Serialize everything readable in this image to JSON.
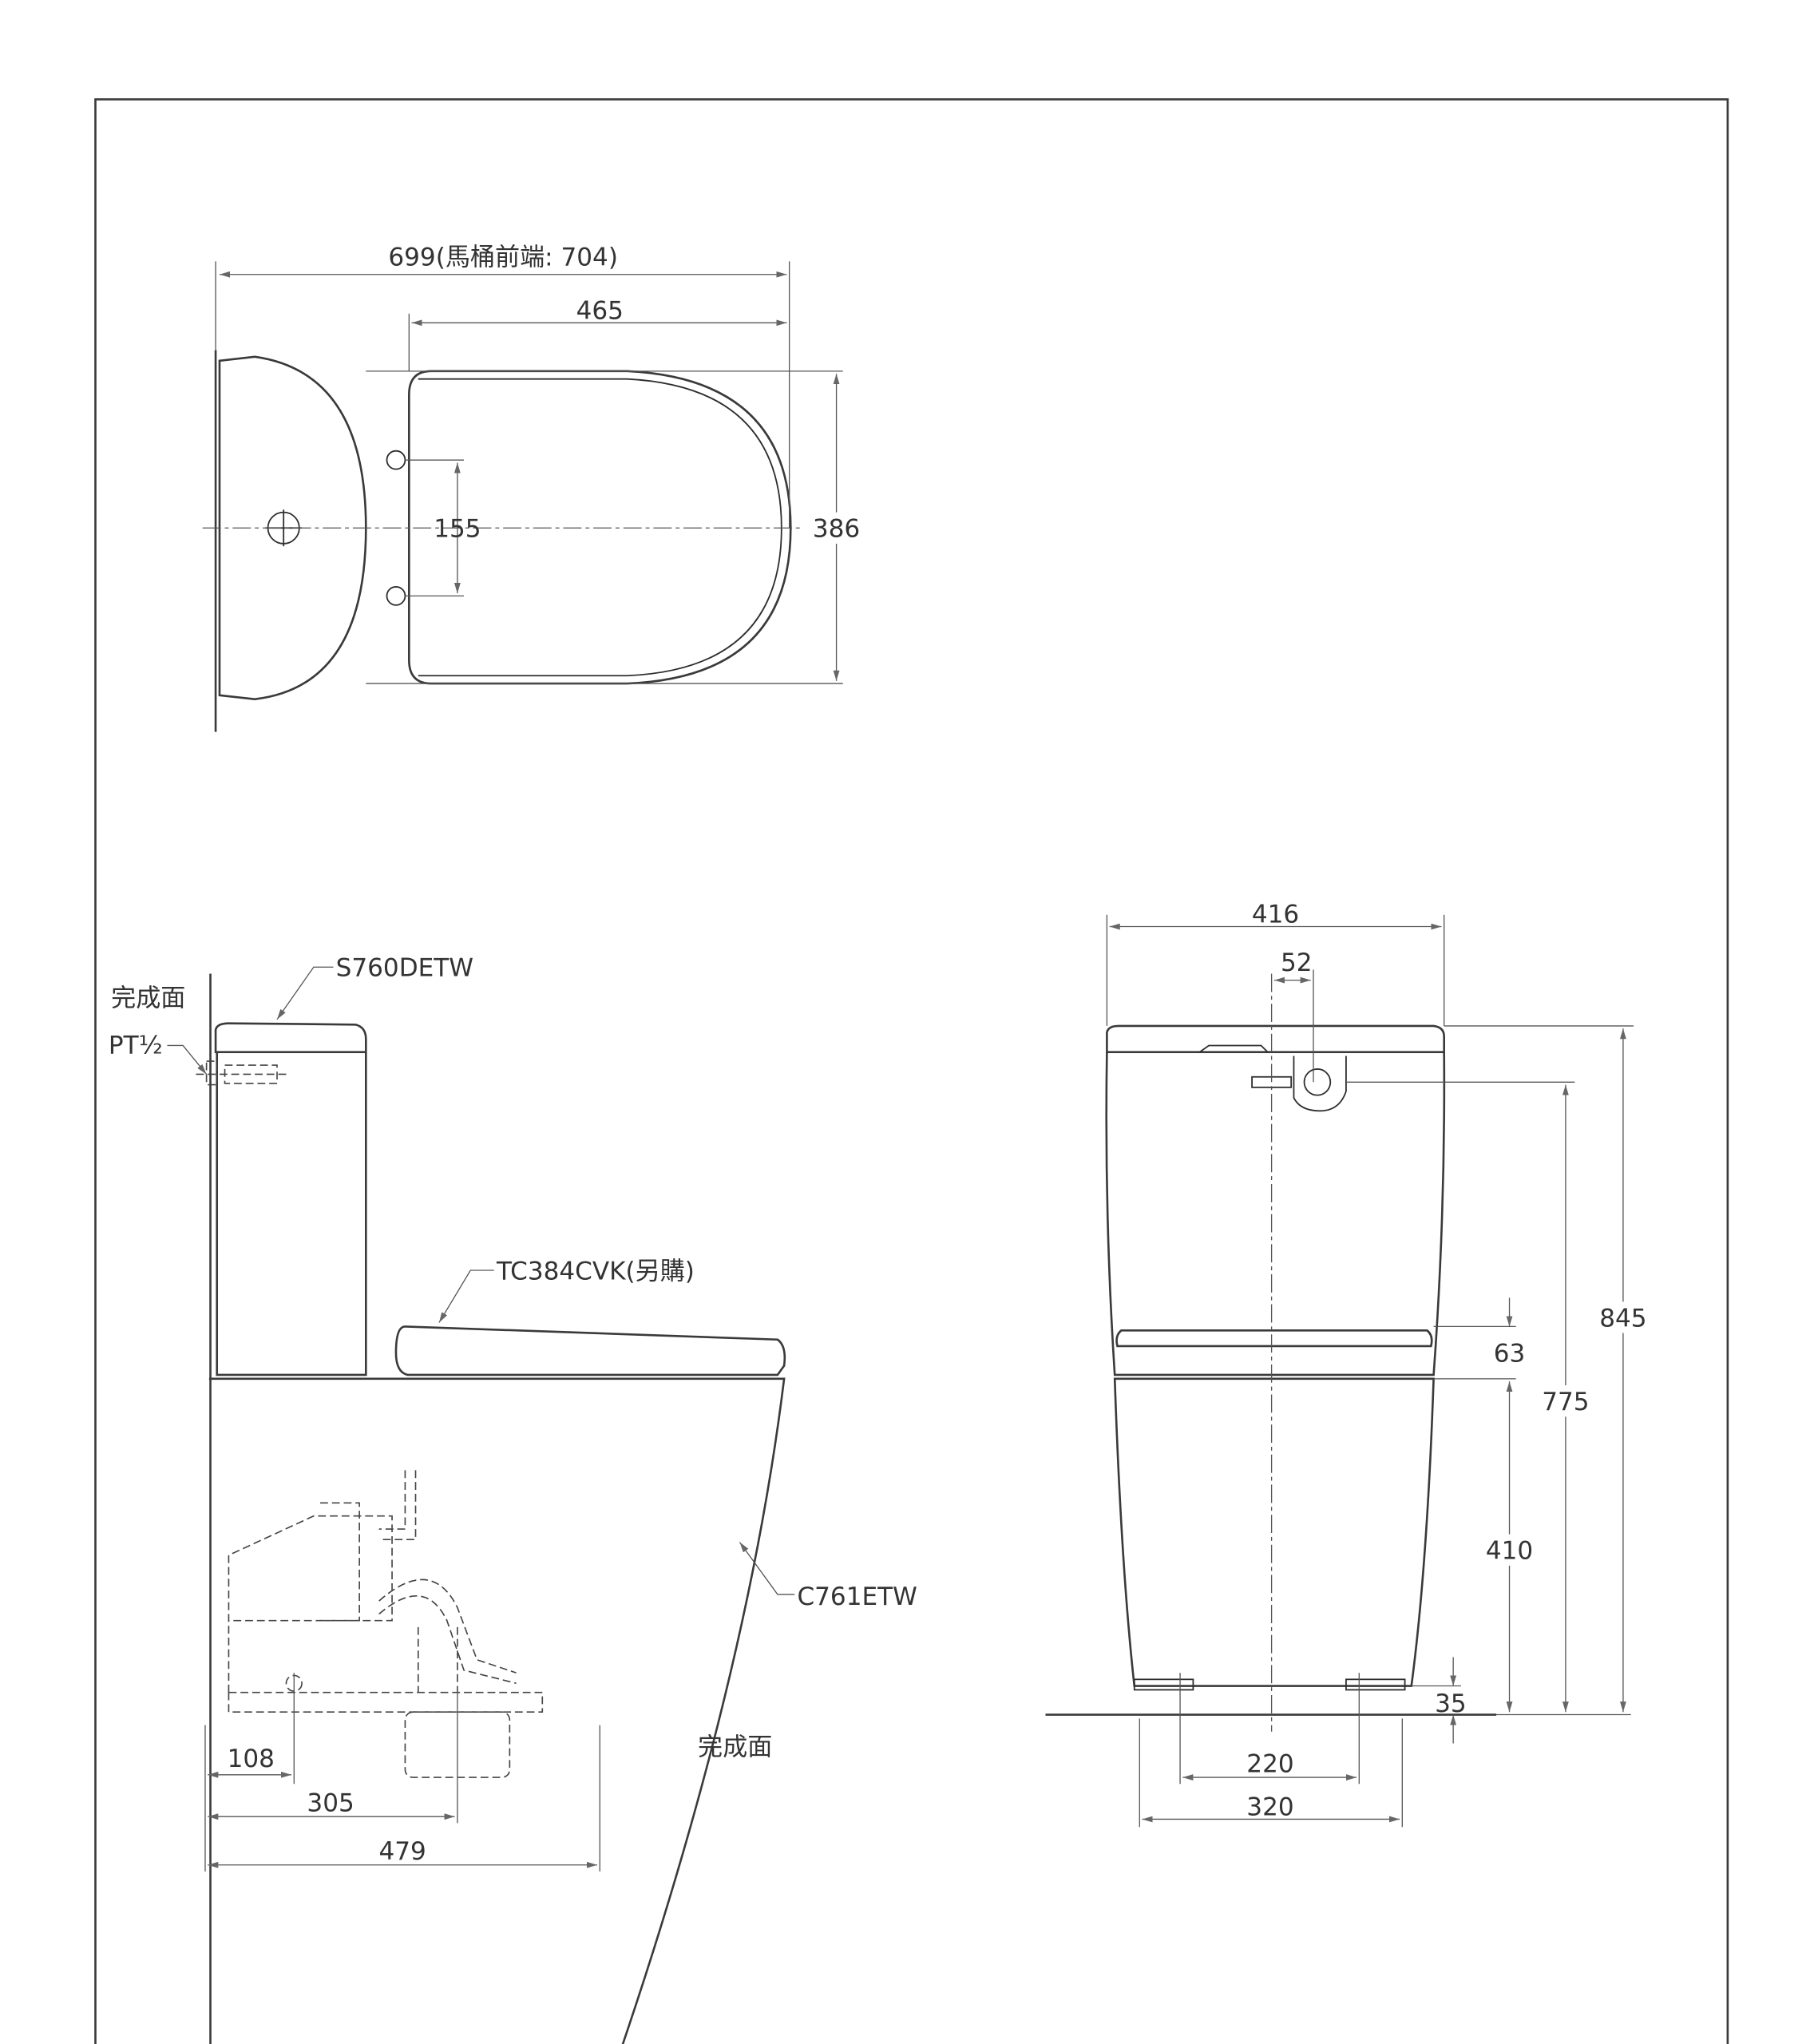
{
  "top_view": {
    "overall_length": "699(馬桶前端: 704)",
    "seat_length": "465",
    "hinge_spacing": "155",
    "width": "386"
  },
  "side_view": {
    "tank_model": "S760DETW",
    "wall_finish_label": "完成面",
    "supply_thread": "PT½",
    "seat_model": "TC384CVK(另購)",
    "bowl_model": "C761ETW",
    "floor_finish_label": "完成面",
    "wall_to_bolt": "108",
    "rough_in": "305",
    "depth": "479"
  },
  "front_view": {
    "width": "416",
    "supply_offset": "52",
    "total_height": "845",
    "supply_height": "775",
    "seat_thickness": "63",
    "rim_height": "410",
    "bolt_height": "35",
    "bolt_spacing_inner": "220",
    "base_width": "320"
  }
}
